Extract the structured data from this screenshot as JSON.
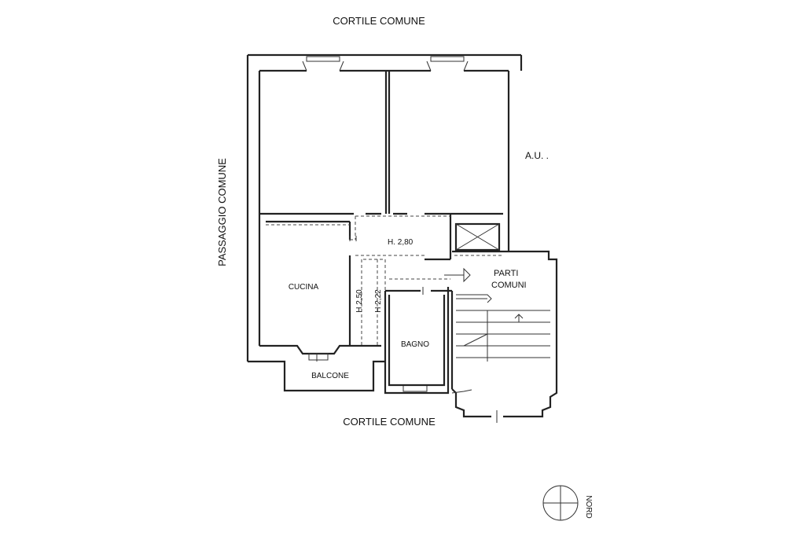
{
  "labels": {
    "cortile_top": "CORTILE COMUNE",
    "cortile_bottom": "CORTILE COMUNE",
    "passaggio": "PASSAGGIO COMUNE",
    "au": "A.U. .",
    "height_280": "H. 2,80",
    "parti": "PARTI",
    "comuni": "COMUNI",
    "cucina": "CUCINA",
    "height_250": "H 2,50",
    "height_222": "H 2,22",
    "bagno": "BAGNO",
    "balcone": "BALCONE",
    "nord": "NORD"
  }
}
